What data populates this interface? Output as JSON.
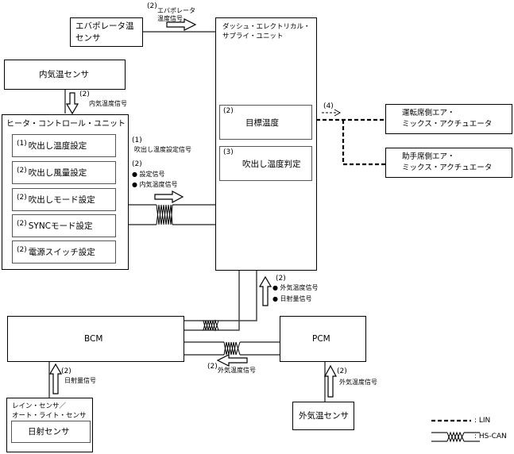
{
  "diagram": {
    "evaporator_sensor": {
      "label_line1": "エバポレータ温",
      "label_line2": "センサ"
    },
    "evaporator_signal": {
      "num": "(2)",
      "line1": "エバポレータ",
      "line2": "温度信号"
    },
    "dsu": {
      "label_line1": "ダッシュ・エレクトリカル・",
      "label_line2": "サプライ・ユニット",
      "blocks": [
        {
          "num": "(2)",
          "label": "目標温度"
        },
        {
          "num": "(3)",
          "label": "吹出し温度判定"
        }
      ]
    },
    "lin_signal": {
      "num": "(4)"
    },
    "actuators": [
      {
        "line1": "運転席側エア・",
        "line2": "ミックス・アクチュエータ"
      },
      {
        "line1": "助手席側エア・",
        "line2": "ミックス・アクチュエータ"
      }
    ],
    "cabin_sensor": {
      "label": "内気温センサ"
    },
    "cabin_signal": {
      "num": "(2)",
      "label": "内気温度信号"
    },
    "heater_control_unit": {
      "label": "ヒータ・コントロール・ユニット",
      "settings": [
        {
          "num": "(1)",
          "label": "吹出し温度設定"
        },
        {
          "num": "(2)",
          "label": "吹出し風量設定"
        },
        {
          "num": "(2)",
          "label": "吹出しモード設定"
        },
        {
          "num": "(2)",
          "label": "SYNCモード設定"
        },
        {
          "num": "(2)",
          "label": "電源スイッチ設定"
        }
      ]
    },
    "hcu_signals": {
      "num1": "(1)",
      "label1": "吹出し温度設定信号",
      "num2": "(2)",
      "bullets": [
        "設定信号",
        "内気温度信号"
      ]
    },
    "dsu_bcm_signals": {
      "num": "(2)",
      "bullets": [
        "外気温度信号",
        "日射量信号"
      ]
    },
    "bcm": {
      "label": "BCM"
    },
    "pcm": {
      "label": "PCM"
    },
    "pcm_bcm_signal": {
      "num": "(2)",
      "label": "外気温度信号"
    },
    "solar_signal": {
      "num": "(2)",
      "label": "日射量信号"
    },
    "ambient_signal": {
      "num": "(2)",
      "label": "外気温度信号"
    },
    "rain_light_sensor": {
      "label_line1": "レイン・センサ／",
      "label_line2": "オート・ライト・センサ",
      "inner": "日射センサ"
    },
    "ambient_sensor": {
      "label": "外気温センサ"
    },
    "legend": {
      "lin": ": LIN",
      "hscan": ": HS-CAN"
    }
  }
}
